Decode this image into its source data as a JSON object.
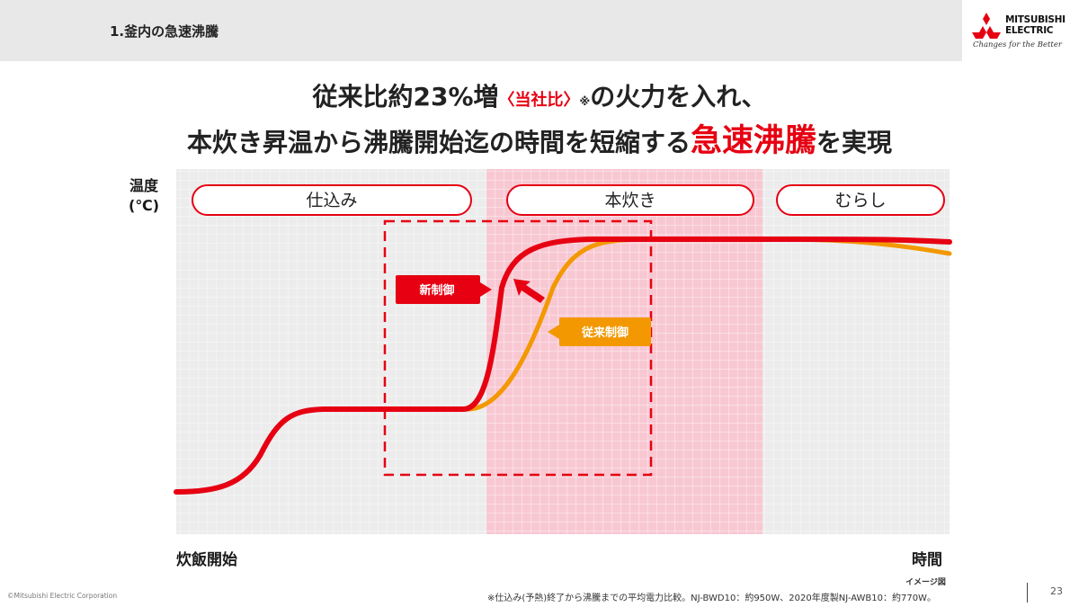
{
  "header": {
    "title": "1.釜内の急速沸騰"
  },
  "logo": {
    "line1": "MITSUBISHI",
    "line2": "ELECTRIC",
    "tagline": "Changes for the Better"
  },
  "headline": {
    "line1_main": "従来比約23%増",
    "line1_red": "〈当社比〉",
    "line1_note": "※",
    "line1_end": "の火力を入れ、",
    "line2_main": "本炊き昇温から沸騰開始迄の時間を短縮する",
    "line2_red": "急速沸騰",
    "line2_end": "を実現"
  },
  "diagram": {
    "y_label_1": "温度",
    "y_label_2": "(℃)",
    "x_start_label": "炊飯開始",
    "x_end_label": "時間",
    "phases": [
      "仕込み",
      "本炊き",
      "むらし"
    ],
    "new_control_label": "新制御",
    "old_control_label": "従来制御",
    "colors": {
      "new": "#e60012",
      "old": "#f39800",
      "highlight": "#f8c8d2"
    }
  },
  "notes": {
    "image_note": "イメージ図",
    "footnote": "※仕込み(予熱)終了から沸騰までの平均電力比較。NJ-BWD10：約950W、2020年度製NJ-AWB10：約770W。",
    "copyright": "©Mitsubishi Electric Corporation",
    "page_number": "23"
  }
}
